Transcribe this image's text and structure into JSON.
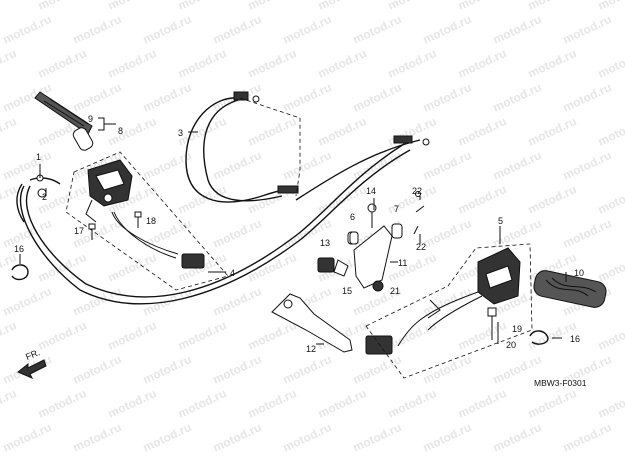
{
  "watermark_text": "motod.ru",
  "diagram_code": "MBW3-F0301",
  "forward_label": "FR.",
  "callouts": {
    "c1": "1",
    "c2": "2",
    "c3": "3",
    "c4": "4",
    "c5": "5",
    "c6": "6",
    "c7": "7",
    "c8": "8",
    "c9": "9",
    "c10": "10",
    "c11": "11",
    "c12": "12",
    "c13": "13",
    "c14": "14",
    "c15": "15",
    "c16a": "16",
    "c16b": "16",
    "c17": "17",
    "c18": "18",
    "c19": "19",
    "c20": "20",
    "c21": "21",
    "c22a": "22",
    "c22b": "22"
  }
}
